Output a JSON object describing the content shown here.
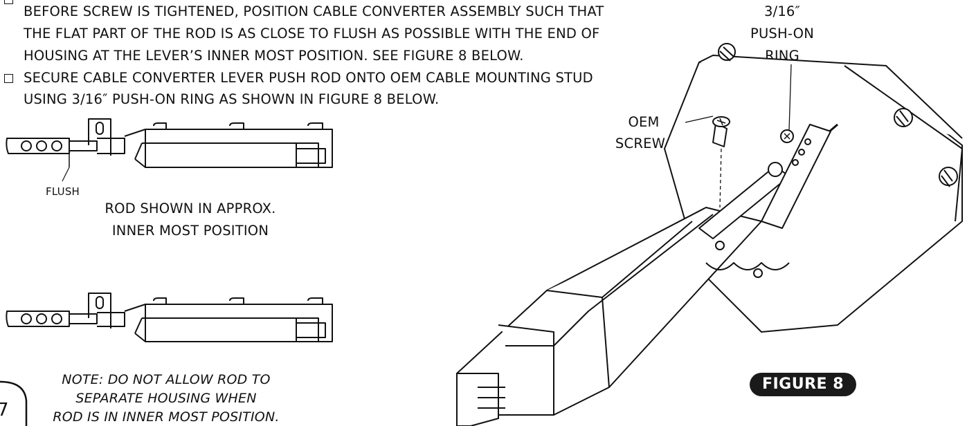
{
  "instructions": {
    "step1_line1": "BEFORE SCREW IS TIGHTENED, POSITION CABLE CONVERTER ASSEMBLY SUCH THAT",
    "step1_line2": "THE FLAT PART OF THE ROD IS AS CLOSE TO FLUSH AS POSSIBLE WITH THE END OF",
    "step1_line3": "HOUSING AT THE LEVER’S INNER MOST POSITION. SEE FIGURE 8 BELOW.",
    "step2_line1": "SECURE CABLE CONVERTER LEVER PUSH ROD ONTO OEM CABLE MOUNTING STUD",
    "step2_line2": "USING 3/16″ PUSH-ON RING AS SHOWN IN FIGURE 8 BELOW."
  },
  "callouts": {
    "ring_line1": "3/16″",
    "ring_line2": "PUSH-ON",
    "ring_line3": "RING",
    "screw_line1": "OEM",
    "screw_line2": "SCREW",
    "flush": "FLUSH"
  },
  "captions": {
    "inner_line1": "ROD SHOWN IN APPROX.",
    "inner_line2": "INNER MOST POSITION",
    "note_line1": "NOTE: DO NOT ALLOW ROD TO",
    "note_line2": "SEPARATE HOUSING WHEN",
    "note_line3": "ROD IS IN INNER MOST POSITION."
  },
  "page_number_fragment": "7",
  "figure_label": "FIGURE 8"
}
